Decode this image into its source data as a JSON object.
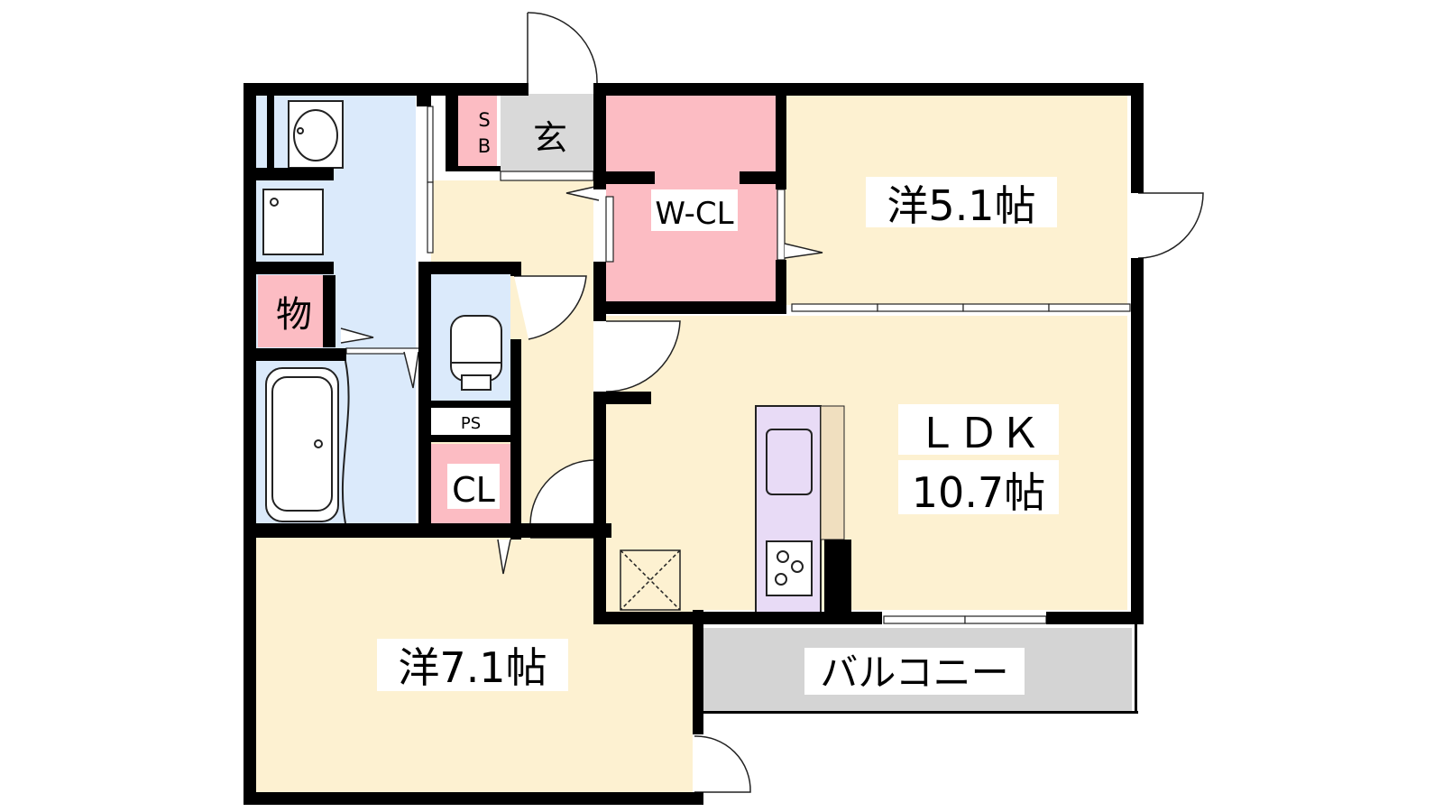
{
  "rooms": {
    "bath_label": "",
    "storage": "物",
    "shoe_box": "SB",
    "entrance": "玄",
    "walk_in_closet": "W-CL",
    "western_5": "洋5.1帖",
    "ldk_line1": "ＬＤＫ",
    "ldk_line2": "10.7帖",
    "pipe_space": "PS",
    "closet": "CL",
    "western_7": "洋7.1帖",
    "balcony": "バルコニー"
  },
  "colors": {
    "wall": "#000000",
    "room_cream": "#fdf1d1",
    "wet_blue": "#dbeafb",
    "storage_pink": "#fcbcc3",
    "entry_gray": "#d9d9d9",
    "balcony_gray": "#d4d4d4",
    "kitchen_lilac": "#e8dbf6",
    "counter_tan": "#f0dfbf"
  }
}
